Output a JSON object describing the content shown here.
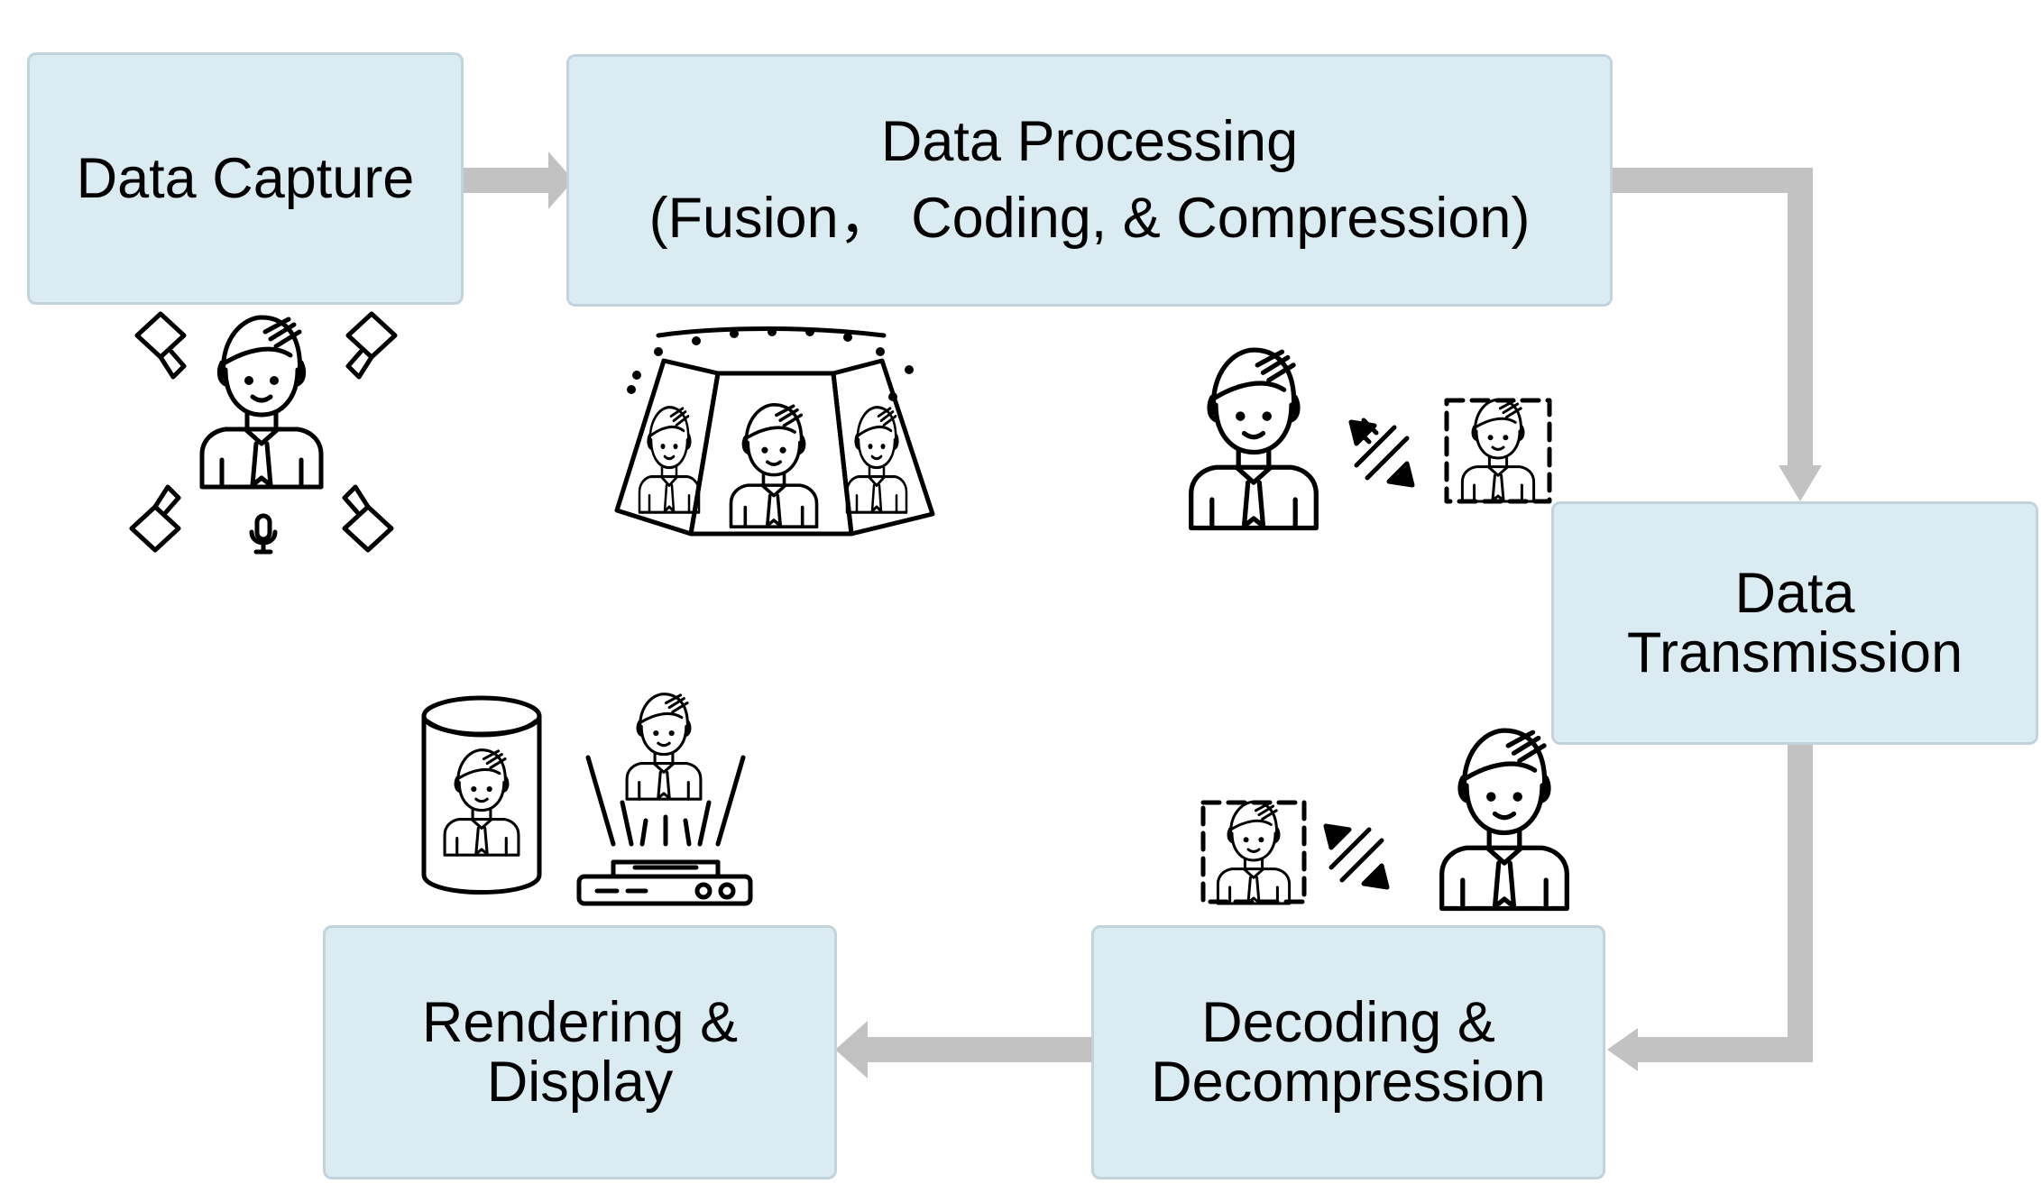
{
  "diagram": {
    "steps": {
      "capture": {
        "label": "Data Capture"
      },
      "processing": {
        "line1": "Data Processing",
        "line2": "(Fusion， Coding, & Compression)"
      },
      "transmission": {
        "line1": "Data",
        "line2": "Transmission"
      },
      "decoding": {
        "line1": "Decoding &",
        "line2": "Decompression"
      },
      "rendering": {
        "line1": "Rendering &",
        "line2": "Display"
      }
    },
    "colors": {
      "box_fill": "#daebf2",
      "box_border": "#c3d3db",
      "arrow": "#c2c2c2",
      "icon": "#000000"
    },
    "icons": [
      "person-icon",
      "camera-icon",
      "microphone-icon",
      "multi-view-panel-icon",
      "compress-arrows-icon",
      "cylinder-display-icon",
      "hologram-projector-icon"
    ]
  }
}
